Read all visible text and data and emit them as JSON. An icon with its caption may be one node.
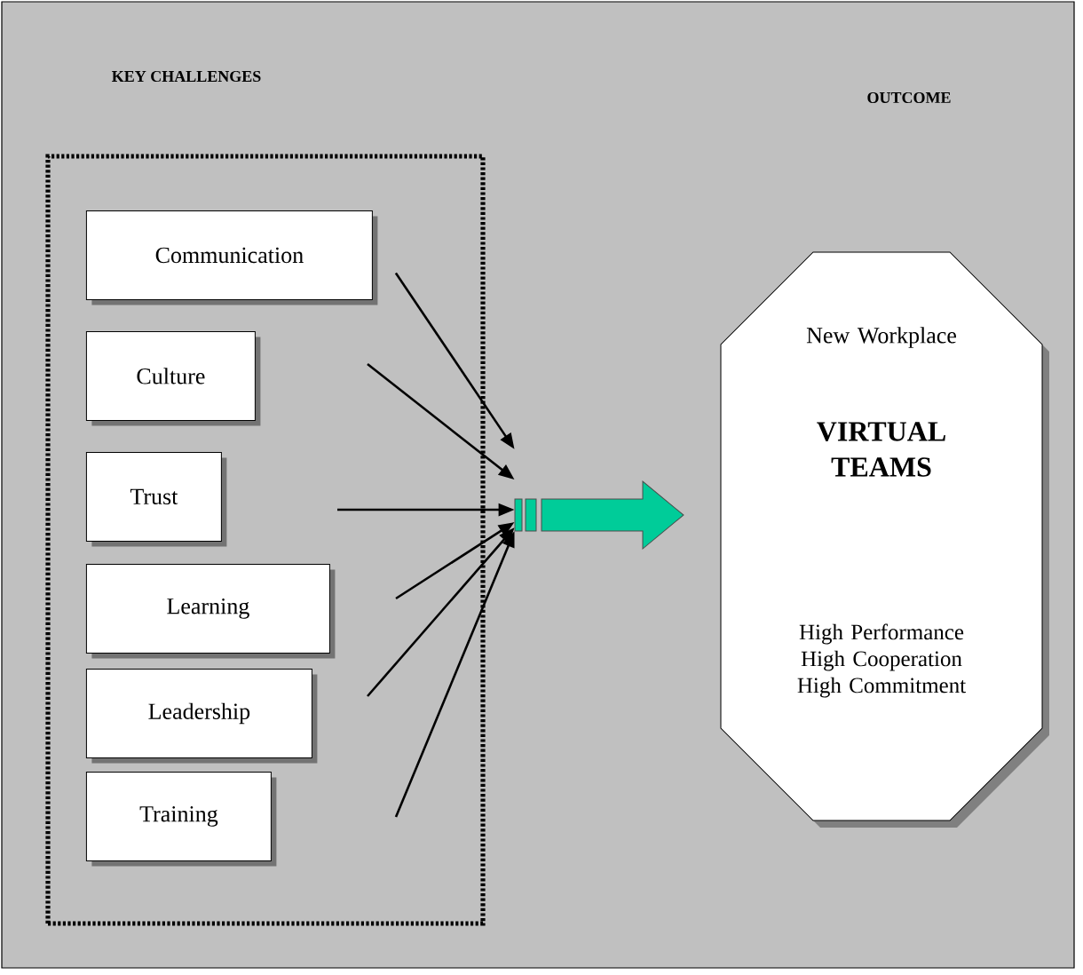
{
  "diagram": {
    "nodes": [
      {
        "text": [],
        "shape": "box"
      },
      {
        "text": [
          "Communication"
        ],
        "in": 0
      },
      {
        "text": [
          "Culture"
        ],
        "in": 0
      },
      {
        "text": [
          "Trust"
        ],
        "in": 0
      },
      {
        "text": [
          "Learning"
        ],
        "in": 0
      },
      {
        "text": [
          "Leadership"
        ],
        "in": 0
      },
      {
        "text": [
          "Training"
        ],
        "in": 0
      },
      {
        "text": [],
        "shape": "arrow"
      },
      {
        "text": [
          "New Workplace",
          "VIRTUAL TEAMS",
          "High Performance High Cooperation High Commitment"
        ]
      }
    ],
    "edges": [
      {
        "from": 1,
        "to": 7,
        "arrow": "to"
      },
      {
        "from": null,
        "to": 7,
        "arrow": "to"
      },
      {
        "from": null,
        "to": 7,
        "arrow": "to"
      },
      {
        "from": null,
        "to": 7,
        "arrow": "to"
      },
      {
        "from": null,
        "to": 7,
        "arrow": "to"
      },
      {
        "from": null,
        "to": 7,
        "arrow": "to"
      }
    ],
    "labels": [
      "KEY CHALLENGES",
      "OUTCOME"
    ]
  }
}
